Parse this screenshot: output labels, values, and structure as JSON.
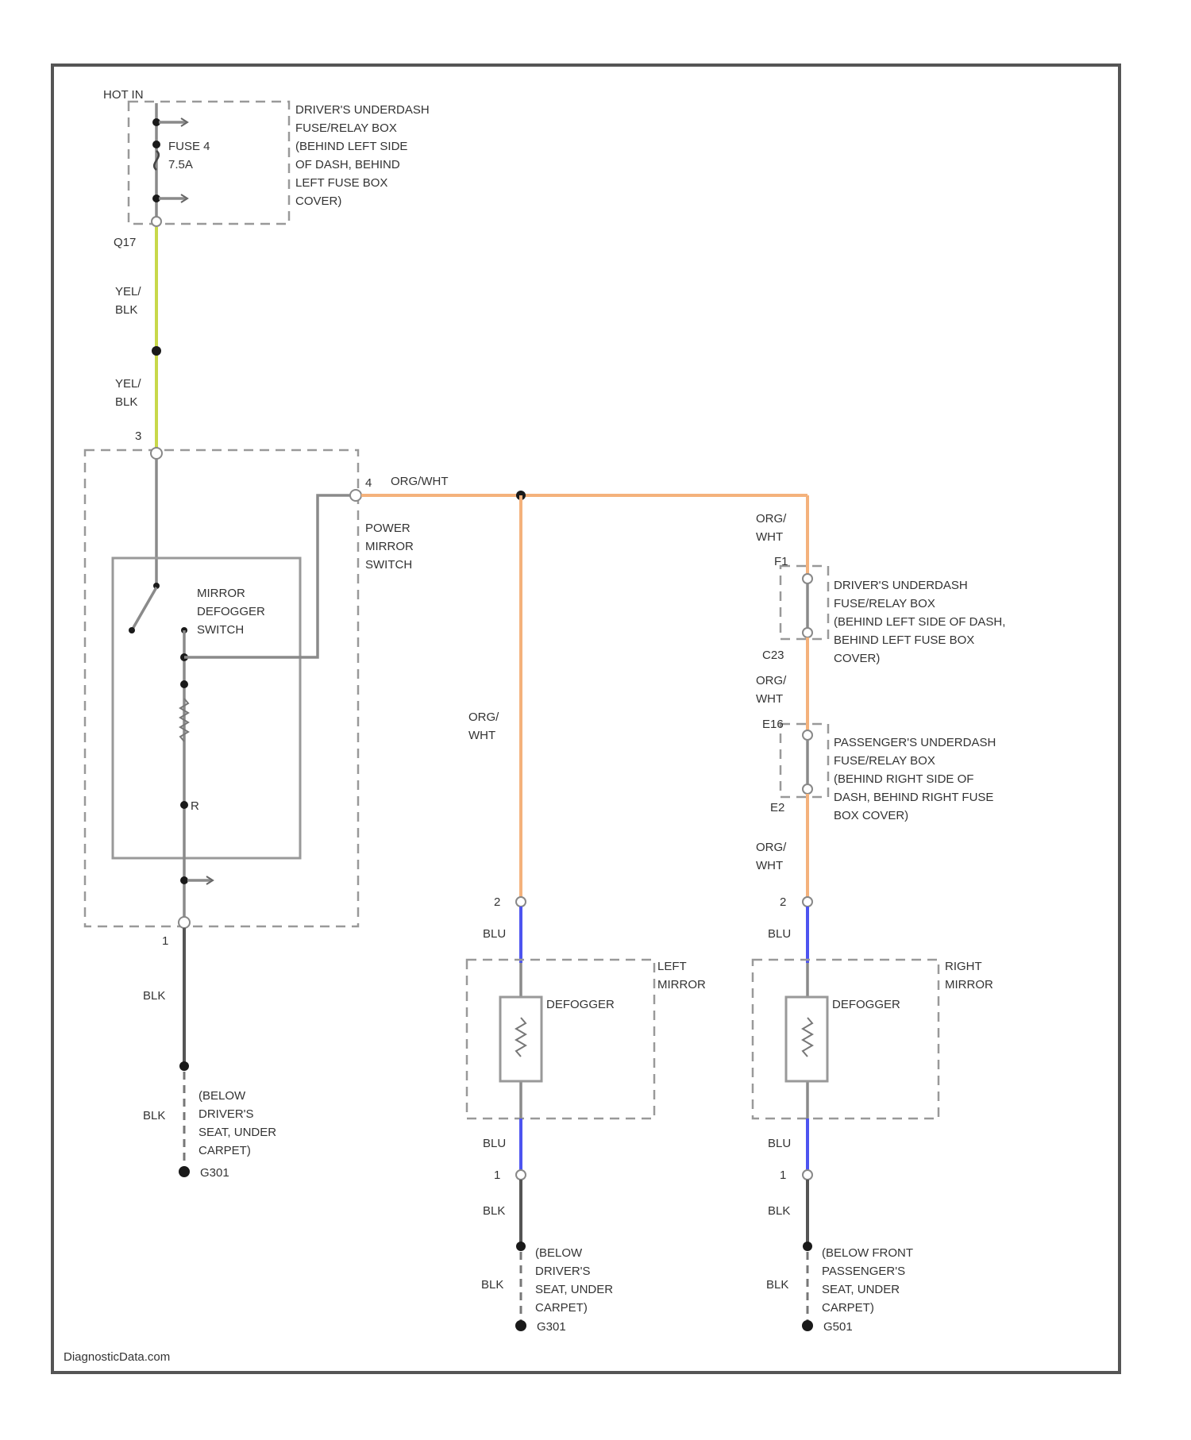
{
  "colors": {
    "yel_blk": "#c8d84a",
    "org_wht": "#f4b27c",
    "blu": "#4d54f0",
    "blk": "#555555",
    "gray": "#8a8a8a"
  },
  "top": {
    "hot_label": "HOT IN",
    "fuse_lines": [
      "FUSE 4",
      "7.5A"
    ],
    "fuse_box_lines": [
      "DRIVER'S UNDERDASH",
      "FUSE/RELAY BOX",
      "(BEHIND LEFT SIDE",
      "OF DASH, BEHIND",
      "LEFT FUSE BOX",
      "COVER)"
    ],
    "conn_q17": "Q17",
    "wire_yel_blk_1": [
      "YEL/",
      "BLK"
    ],
    "wire_yel_blk_2": [
      "YEL/",
      "BLK"
    ]
  },
  "switch": {
    "pin3": "3",
    "pin4": "4",
    "pin1": "1",
    "wire_out": "ORG/WHT",
    "power_mirror_lines": [
      "POWER",
      "MIRROR",
      "SWITCH"
    ],
    "defogger_switch_lines": [
      "MIRROR",
      "DEFOGGER",
      "SWITCH"
    ],
    "r_label": "R",
    "wire_blk": "BLK",
    "ground_blk": "BLK",
    "ground_lines": [
      "(BELOW",
      "DRIVER'S",
      "SEAT, UNDER",
      "CARPET)"
    ],
    "ground_id": "G301"
  },
  "left_mirror": {
    "wire_org_wht": [
      "ORG/",
      "WHT"
    ],
    "pin2": "2",
    "wire_blu_top": "BLU",
    "mirror_lines": [
      "LEFT",
      "MIRROR"
    ],
    "defogger_label": "DEFOGGER",
    "wire_blu_bottom": "BLU",
    "pin1": "1",
    "wire_blk": "BLK",
    "ground_blk": "BLK",
    "ground_lines": [
      "(BELOW",
      "DRIVER'S",
      "SEAT, UNDER",
      "CARPET)"
    ],
    "ground_id": "G301"
  },
  "right_mirror": {
    "wire_org_wht_1": [
      "ORG/",
      "WHT"
    ],
    "conn_f1": "F1",
    "driver_box_lines": [
      "DRIVER'S UNDERDASH",
      "FUSE/RELAY BOX",
      "(BEHIND LEFT SIDE OF DASH,",
      "BEHIND LEFT FUSE BOX",
      "COVER)"
    ],
    "conn_c23": "C23",
    "wire_org_wht_2": [
      "ORG/",
      "WHT"
    ],
    "conn_e16": "E16",
    "pass_box_lines": [
      "PASSENGER'S UNDERDASH",
      "FUSE/RELAY BOX",
      "(BEHIND RIGHT SIDE OF",
      "DASH, BEHIND RIGHT FUSE",
      "BOX COVER)"
    ],
    "conn_e2": "E2",
    "wire_org_wht_3": [
      "ORG/",
      "WHT"
    ],
    "pin2": "2",
    "wire_blu_top": "BLU",
    "mirror_lines": [
      "RIGHT",
      "MIRROR"
    ],
    "defogger_label": "DEFOGGER",
    "wire_blu_bottom": "BLU",
    "pin1": "1",
    "wire_blk": "BLK",
    "ground_blk": "BLK",
    "ground_lines": [
      "(BELOW FRONT",
      "PASSENGER'S",
      "SEAT, UNDER",
      "CARPET)"
    ],
    "ground_id": "G501"
  },
  "footer": {
    "watermark": "DiagnosticData.com"
  }
}
